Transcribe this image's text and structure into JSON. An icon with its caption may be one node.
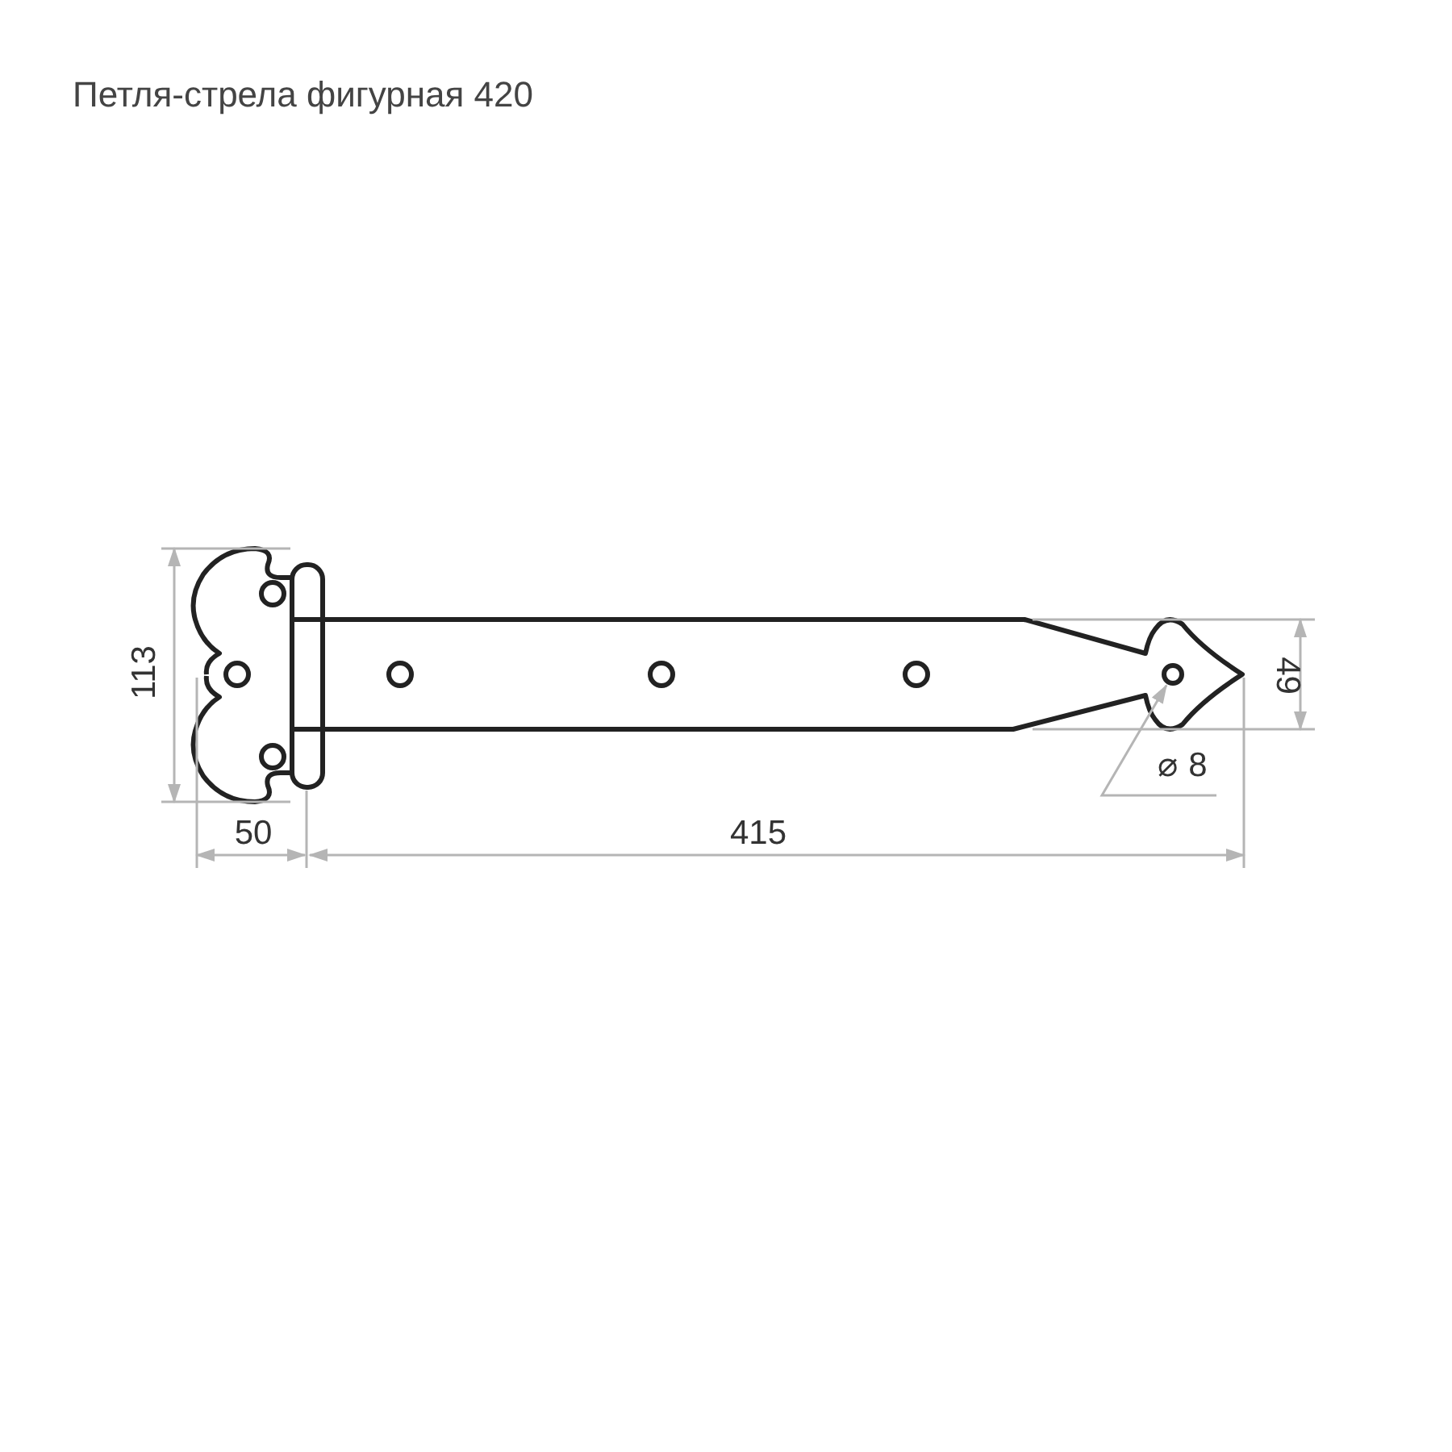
{
  "diagram": {
    "title": "Петля-стрела фигурная 420",
    "nodes": [
      {
        "text": [
          "⌀ 8"
        ]
      },
      {
        "text": [],
        "shape": "circle"
      }
    ],
    "edges": [
      {
        "from": 0,
        "to": 1,
        "arrow": "to"
      }
    ],
    "labels": [
      "113",
      "50",
      "415",
      "49"
    ]
  }
}
